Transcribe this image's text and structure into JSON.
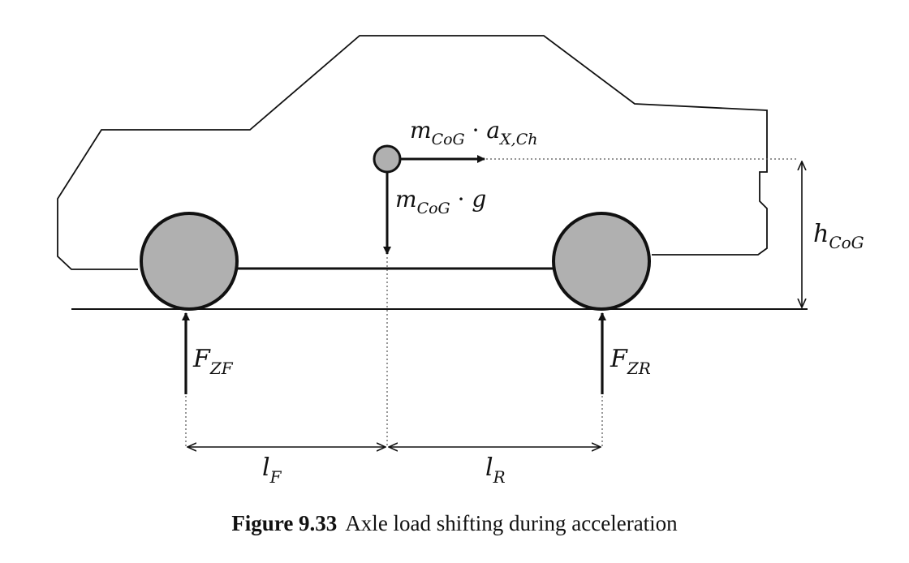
{
  "labels": {
    "inertial_force": {
      "base": "m",
      "sub1": "CoG",
      "dot": " · ",
      "base2": "a",
      "sub2": "X,Ch"
    },
    "gravity": {
      "base": "m",
      "sub1": "CoG",
      "dot": " · ",
      "base2": "g"
    },
    "cog_height": {
      "base": "h",
      "sub": "CoG"
    },
    "front_force": {
      "base": "F",
      "sub": "ZF"
    },
    "rear_force": {
      "base": "F",
      "sub": "ZR"
    },
    "front_distance": {
      "base": "l",
      "sub": "F"
    },
    "rear_distance": {
      "base": "l",
      "sub": "R"
    }
  },
  "caption": {
    "label": "Figure 9.33",
    "text": "Axle load shifting during acceleration"
  },
  "colors": {
    "wheel_fill": "#b0b0b0",
    "line": "#111111"
  }
}
